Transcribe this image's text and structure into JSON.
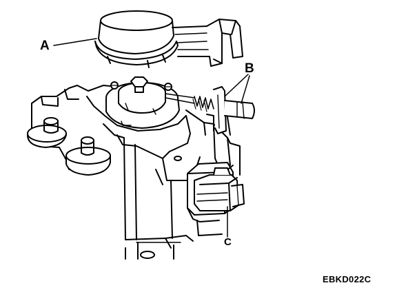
{
  "callouts": {
    "a": "A",
    "b": "B",
    "c": "C"
  },
  "figure_code": "EBKD022C",
  "colors": {
    "line": "#000000",
    "background": "#ffffff"
  }
}
